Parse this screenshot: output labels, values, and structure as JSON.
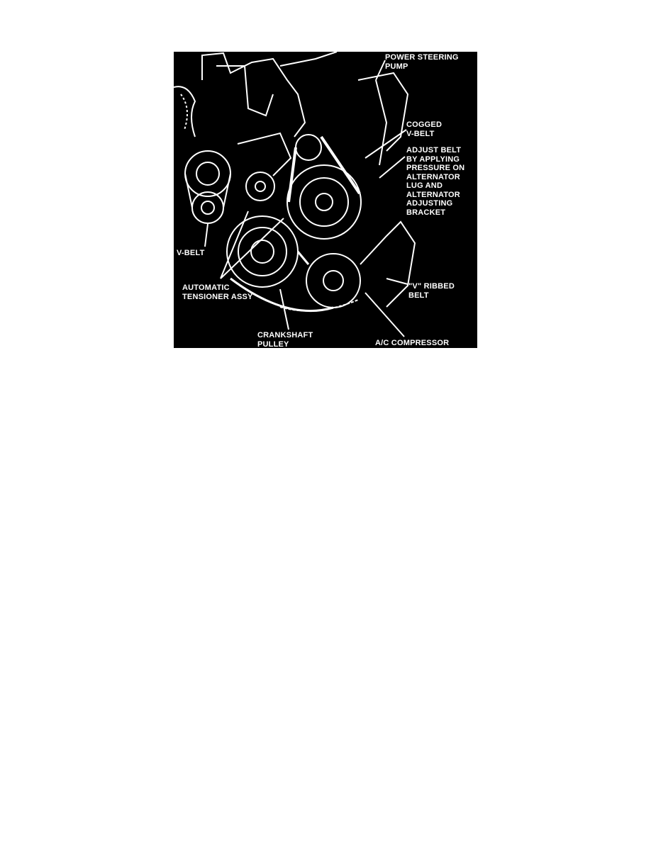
{
  "figure": {
    "colors": {
      "background": "#000000",
      "ink": "#ffffff"
    },
    "labels": {
      "power_steering_pump": [
        "POWER STEERING",
        "PUMP"
      ],
      "cogged_v_belt": [
        "COGGED",
        "V-BELT"
      ],
      "adjust_belt": [
        "ADJUST BELT",
        "BY APPLYING",
        "PRESSURE ON",
        "ALTERNATOR",
        "LUG AND",
        "ALTERNATOR",
        "ADJUSTING",
        "BRACKET"
      ],
      "v_belt": [
        "V-BELT"
      ],
      "automatic_tensioner": [
        "AUTOMATIC",
        "TENSIONER ASSY"
      ],
      "v_ribbed_belt": [
        "\"V\" RIBBED",
        "BELT"
      ],
      "crankshaft_pulley": [
        "CRANKSHAFT",
        "PULLEY"
      ],
      "ac_compressor": [
        "A/C COMPRESSOR"
      ]
    }
  }
}
